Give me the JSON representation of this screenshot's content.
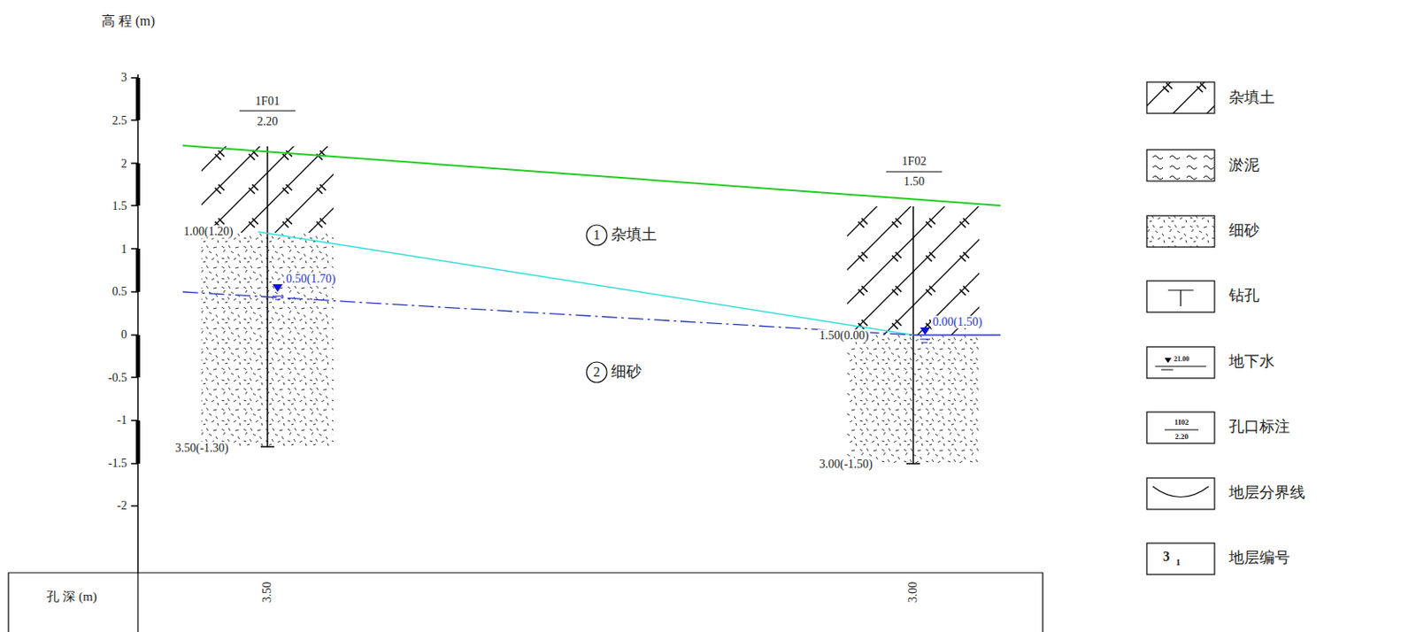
{
  "diagram": {
    "labels": [
      "高 程 (m)",
      "3",
      "2.5",
      "2",
      "1.5",
      "1",
      "0.5",
      "0",
      "-0.5",
      "-1",
      "-1.5",
      "-2",
      "1F01",
      "2.20",
      "1.00(1.20)",
      "0.50(1.70)",
      "3.50(-1.30)",
      "1F02",
      "1.50",
      "1.50(0.00)",
      "0.00(1.50)",
      "3.00(-1.50)",
      "1",
      "杂填土",
      "2",
      "细砂",
      "孔 深 (m)",
      "3.50",
      "3.00",
      "21.00",
      "1I02",
      "2.20",
      "3",
      "1"
    ],
    "legend": [
      {
        "text": "杂填土"
      },
      {
        "text": "淤泥"
      },
      {
        "text": "细砂"
      },
      {
        "text": "钻孔"
      },
      {
        "text": "地下水"
      },
      {
        "text": "孔口标注"
      },
      {
        "text": "地层分界线"
      },
      {
        "text": "地层编号"
      }
    ]
  }
}
